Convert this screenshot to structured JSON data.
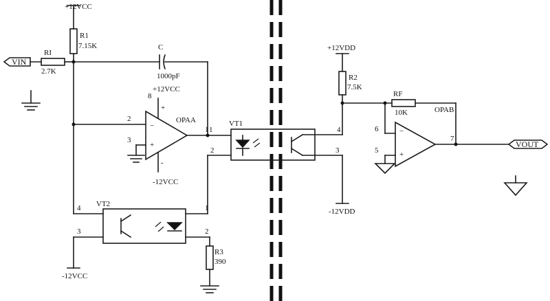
{
  "labels": {
    "vcc_top": "+12VCC",
    "r1_name": "R1",
    "r1_value": "7.15K",
    "vin": "VIN",
    "ri_name": "RI",
    "ri_value": "2.7K",
    "c_name": "C",
    "c_value": "1000pF",
    "opaa_vcc": "+12VCC",
    "opaa_vee": "-12VCC",
    "opaa_name": "OPAA",
    "opaa_pin2": "2",
    "opaa_pin3": "3",
    "opaa_pin1": "1",
    "opaa_pin8": "8",
    "plus_top": "+",
    "minus_bot": "-",
    "opaa_in_minus": "−",
    "opaa_in_plus": "+",
    "vt1_name": "VT1",
    "vt1_pin1": "1",
    "vt1_pin2": "2",
    "vt1_pin3": "3",
    "vt1_pin4": "4",
    "vt2_name": "VT2",
    "vt2_pin1": "1",
    "vt2_pin2": "2",
    "vt2_pin3": "3",
    "vt2_pin4": "4",
    "vt2_vcc": "-12VCC",
    "r3_name": "R3",
    "r3_value": "390",
    "vdd_top": "+12VDD",
    "r2_name": "R2",
    "r2_value": "7.5K",
    "rf_name": "RF",
    "rf_value": "10K",
    "opab_name": "OPAB",
    "opab_pin6": "6",
    "opab_pin5": "5",
    "opab_pin7": "7",
    "opab_in_minus": "−",
    "opab_in_plus": "+",
    "vdd_bot": "-12VDD",
    "vout": "VOUT"
  }
}
